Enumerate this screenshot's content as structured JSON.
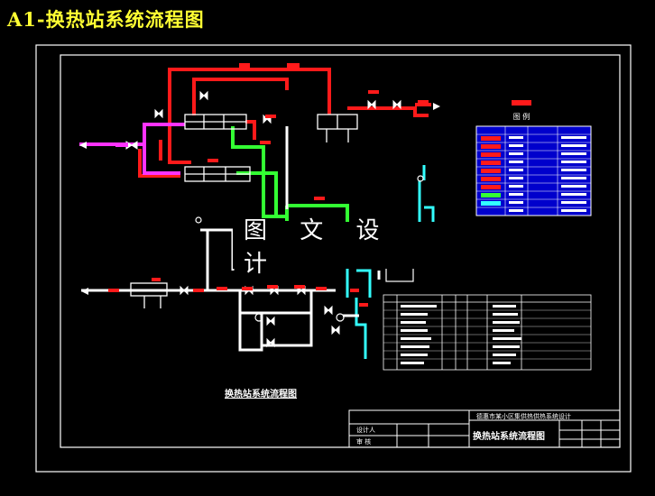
{
  "title": "A1-换热站系统流程图",
  "watermark": "图 文 设 计",
  "diagram_caption": "换热站系统流程图",
  "legend": {
    "title": "图 例"
  },
  "title_block": {
    "project": "德惠市某小区集供热供热系统设计",
    "drawing_name": "换热站系统流程图",
    "designer_label": "设计人",
    "checker_label": "审 核"
  },
  "colors": {
    "background": "#000000",
    "frame": "#ffffff",
    "hot_supply": "#ff1a1a",
    "primary_return": "#ff33ff",
    "return_line": "#33ff33",
    "cold_water": "#33ffff",
    "white_pipe": "#ffffff",
    "legend_blue": "#0000cc",
    "title_yellow": "#ffff33"
  }
}
